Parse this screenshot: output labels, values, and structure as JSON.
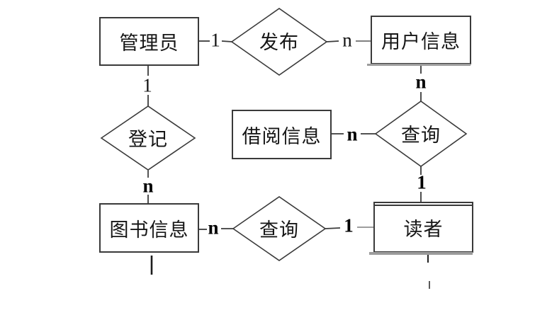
{
  "diagram_type": "entity-relationship",
  "colors": {
    "ink": "#3a3a3a",
    "text": "#161616",
    "shadow": "#9c9c9c",
    "background": "#ffffff"
  },
  "entities": {
    "admin": {
      "label": "管理员"
    },
    "user_info": {
      "label": "用户信息"
    },
    "borrow_info": {
      "label": "借阅信息"
    },
    "book_info": {
      "label": "图书信息"
    },
    "reader": {
      "label": "读者"
    }
  },
  "relationships": {
    "publish": {
      "label": "发布"
    },
    "register": {
      "label": "登记"
    },
    "query_user": {
      "label": "查询"
    },
    "query_book": {
      "label": "查询"
    }
  },
  "cardinalities": {
    "admin_publish": "1",
    "publish_userinfo": "n",
    "admin_register": "1",
    "register_bookinfo": "n",
    "userinfo_queryuser": "n",
    "queryuser_reader": "1",
    "borrowinfo_queryuser": "n",
    "bookinfo_querybook": "n",
    "querybook_reader": "1"
  },
  "edges": [
    {
      "from": "admin",
      "relation": "publish",
      "to": "user_info",
      "from_card": "1",
      "to_card": "n"
    },
    {
      "from": "admin",
      "relation": "register",
      "to": "book_info",
      "from_card": "1",
      "to_card": "n"
    },
    {
      "from": "user_info",
      "relation": "query_user",
      "to": "reader",
      "from_card": "n",
      "to_card": "1"
    },
    {
      "from": "borrow_info",
      "relation": "query_user",
      "to": "reader",
      "from_card": "n",
      "to_card": "1"
    },
    {
      "from": "book_info",
      "relation": "query_book",
      "to": "reader",
      "from_card": "n",
      "to_card": "1"
    }
  ]
}
